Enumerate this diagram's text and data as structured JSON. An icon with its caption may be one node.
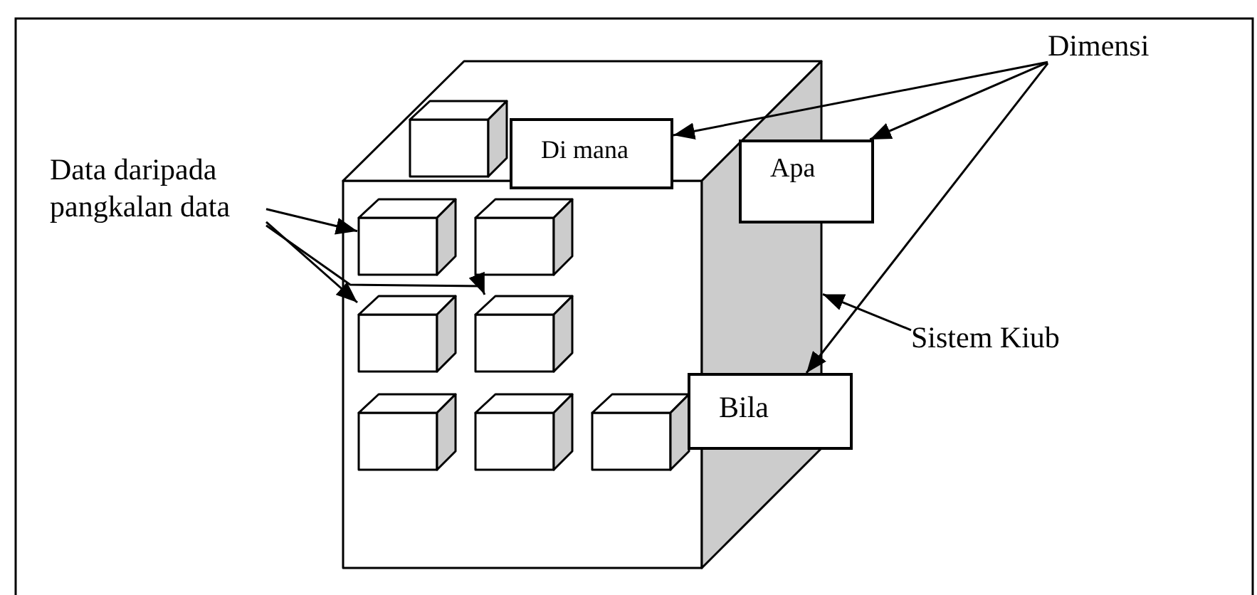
{
  "diagram": {
    "nodes": [
      {
        "text": [],
        "shape": "cube"
      },
      {
        "text": [],
        "shape": "cube"
      },
      {
        "text": [
          "Di mana"
        ]
      },
      {
        "text": [
          "Dimensi"
        ]
      },
      {
        "text": [
          "Apa"
        ]
      },
      {
        "text": [
          "Data daripada pangkalan data"
        ]
      },
      {
        "text": [],
        "shape": "cube",
        "in": 0
      },
      {
        "text": [],
        "shape": "cube",
        "in": 0
      },
      {
        "text": [],
        "shape": "cube",
        "in": 0
      },
      {
        "text": [],
        "shape": "cube",
        "in": 0
      },
      {
        "text": [],
        "shape": "cube",
        "in": 0
      },
      {
        "text": [],
        "shape": "cube",
        "in": 0
      },
      {
        "text": [],
        "shape": "cube",
        "in": 0
      },
      {
        "text": [
          "Sistem Kiub"
        ]
      },
      {
        "text": [
          "Bila"
        ]
      }
    ],
    "edges": [
      {
        "from": 5,
        "to": 6,
        "arrow": "to"
      },
      {
        "from": 5,
        "to": 8,
        "arrow": "to"
      },
      {
        "from": 5,
        "to": 9,
        "arrow": "to"
      },
      {
        "from": 3,
        "to": 2,
        "arrow": "to"
      },
      {
        "from": 3,
        "to": 4,
        "arrow": "to"
      },
      {
        "from": 3,
        "to": 14,
        "arrow": "to"
      },
      {
        "from": 13,
        "to": 0,
        "arrow": "to"
      }
    ]
  }
}
